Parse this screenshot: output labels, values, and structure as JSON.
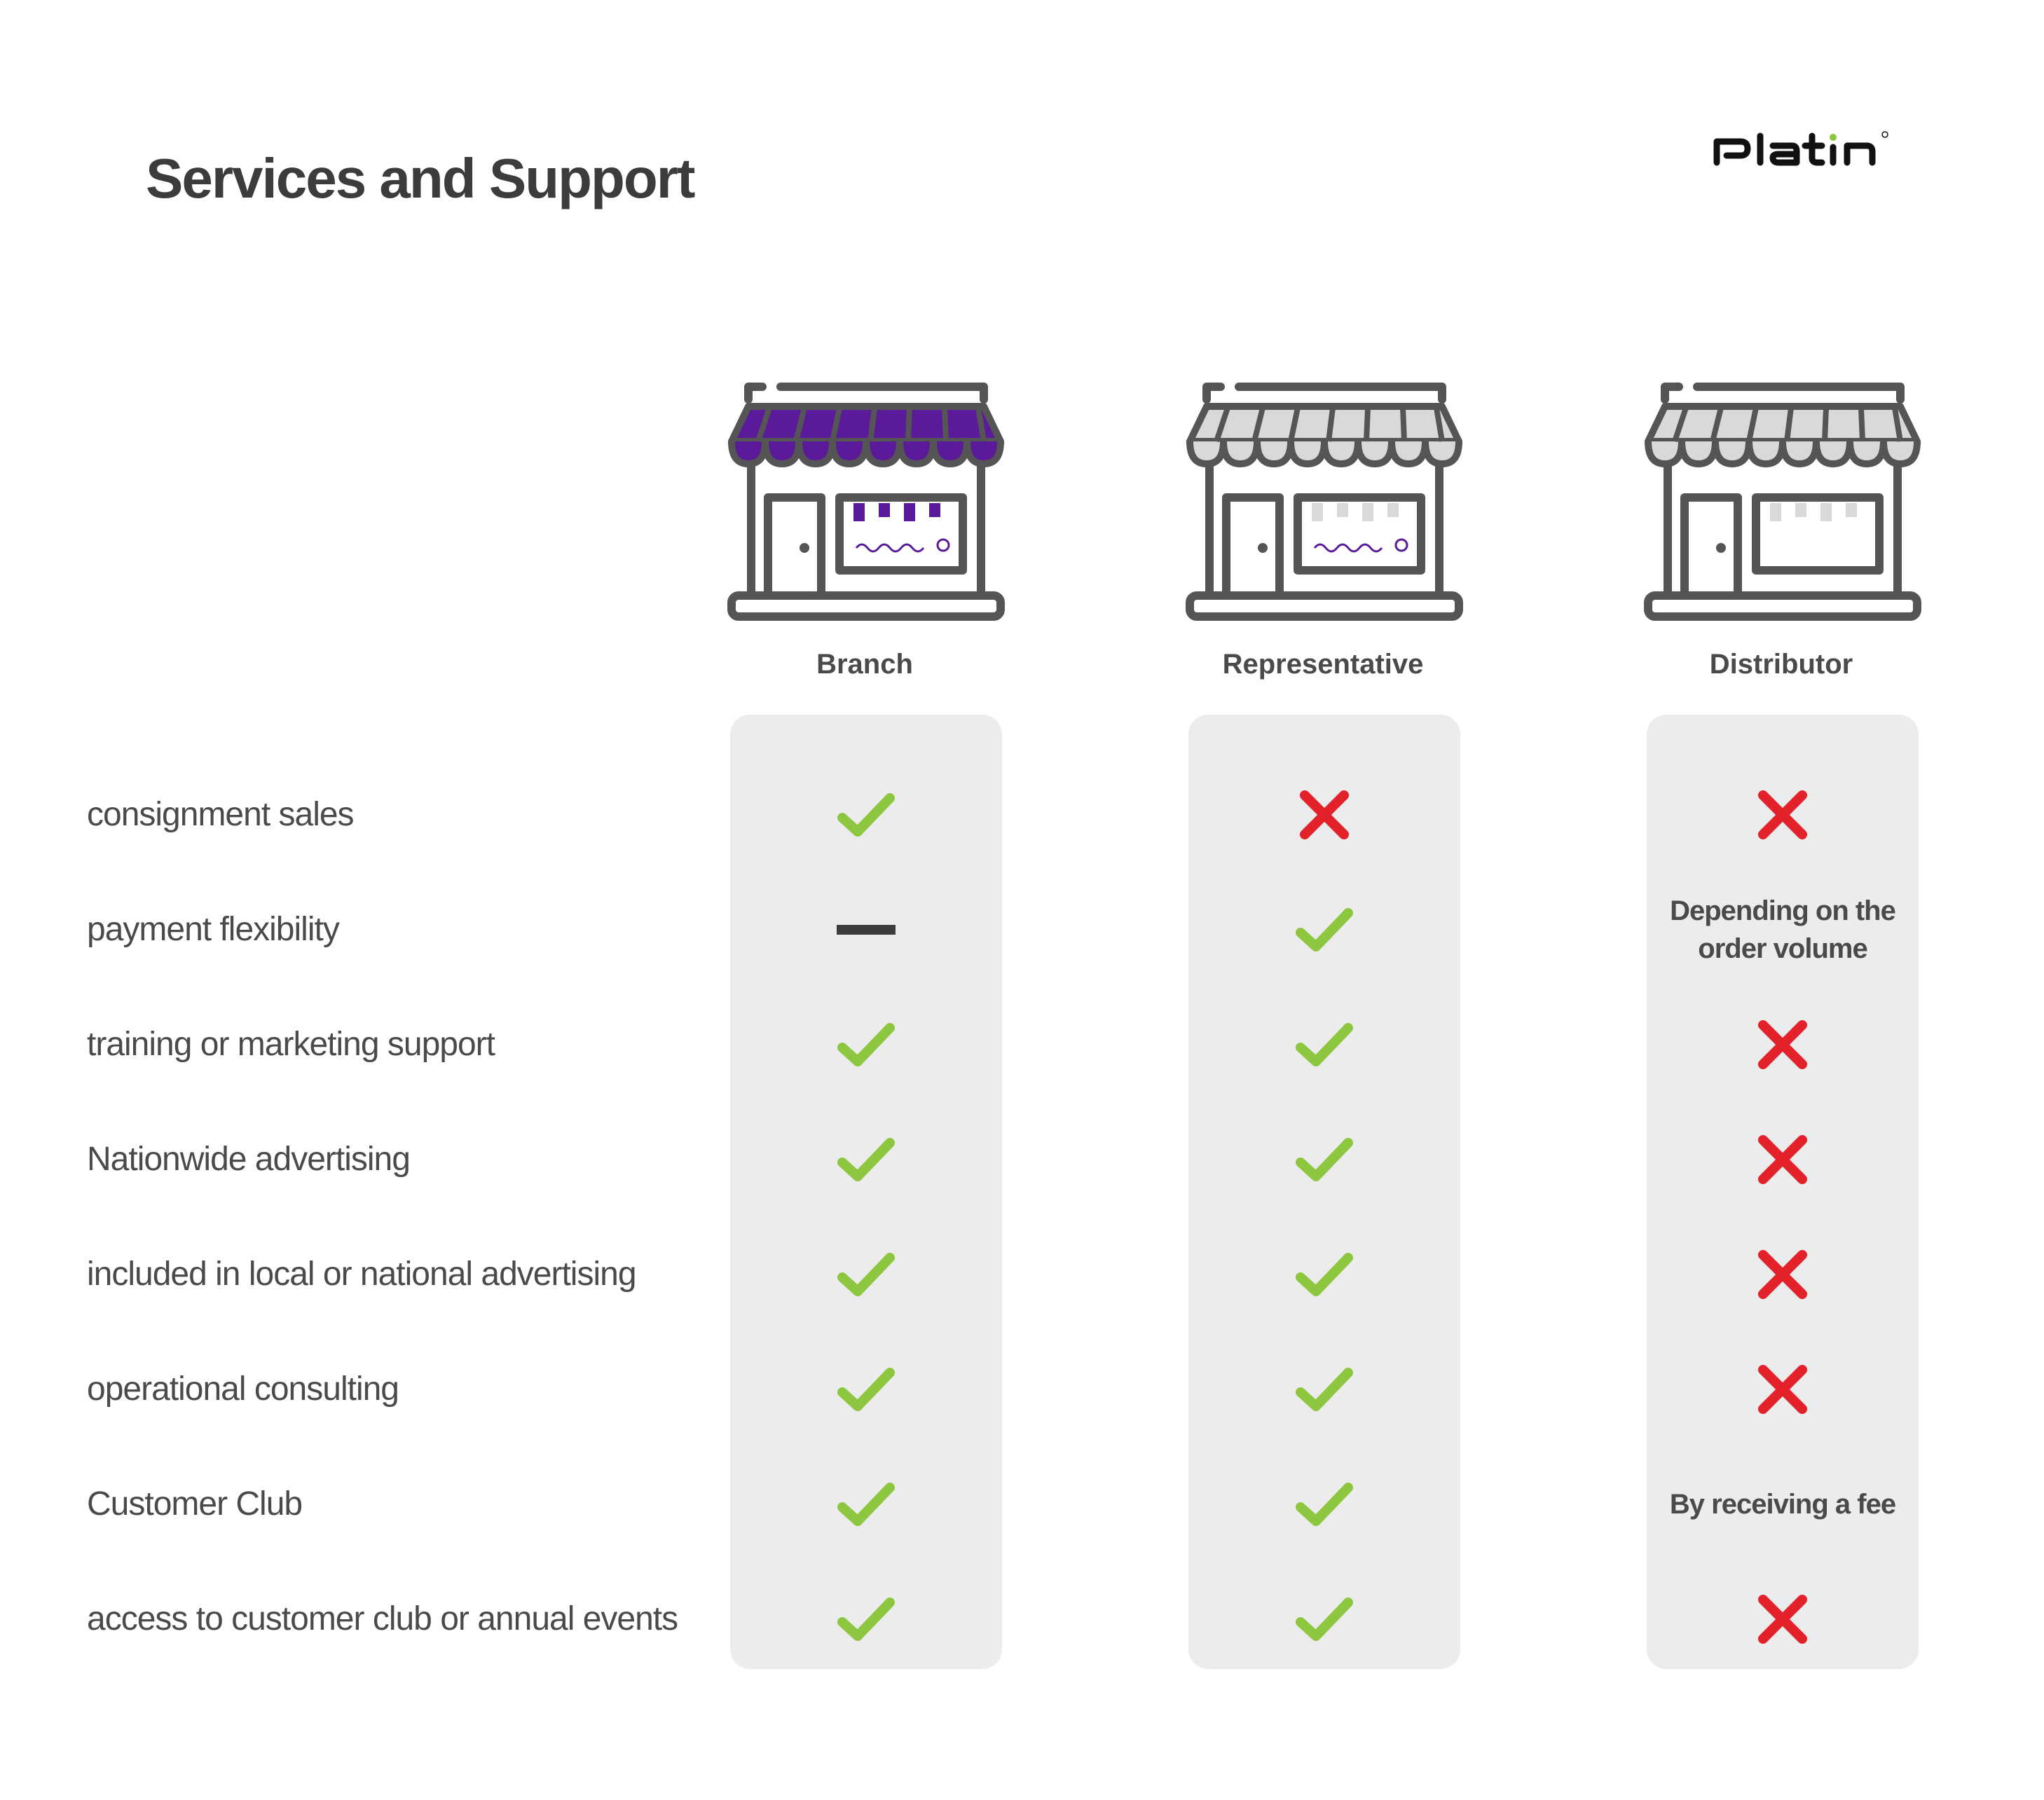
{
  "header": {
    "title": "Services and Support",
    "brand_logo_text": "Platin"
  },
  "colors": {
    "check": "#8dc63f",
    "cross": "#e2212b",
    "dash": "#3c3c3c",
    "column_background": "#ececec",
    "branch_awning": "#5b1a9a",
    "awning_gray": "#d9d9d9",
    "outline": "#555555"
  },
  "columns": [
    {
      "label": "Branch",
      "icon": "store-purple-awning-icon"
    },
    {
      "label": "Representative",
      "icon": "store-gray-awning-icon"
    },
    {
      "label": "Distributor",
      "icon": "store-gray-awning-icon"
    }
  ],
  "rows": [
    {
      "label": "consignment sales",
      "values": [
        "check",
        "cross",
        "cross"
      ]
    },
    {
      "label": "payment flexibility",
      "values": [
        "dash",
        "check",
        "text"
      ],
      "note": "Depending on the order volume"
    },
    {
      "label": "training or marketing support",
      "values": [
        "check",
        "check",
        "cross"
      ]
    },
    {
      "label": "Nationwide advertising",
      "values": [
        "check",
        "check",
        "cross"
      ]
    },
    {
      "label": "included in local or national advertising",
      "values": [
        "check",
        "check",
        "cross"
      ]
    },
    {
      "label": "operational consulting",
      "values": [
        "check",
        "check",
        "cross"
      ]
    },
    {
      "label": "Customer Club",
      "values": [
        "check",
        "check",
        "text"
      ],
      "note": "By receiving a fee"
    },
    {
      "label": "access to customer club or annual events",
      "values": [
        "check",
        "check",
        "cross"
      ]
    }
  ],
  "notes": {
    "payment_flexibility_distributor": "Depending on the order volume",
    "customer_club_distributor": "By receiving a fee"
  }
}
